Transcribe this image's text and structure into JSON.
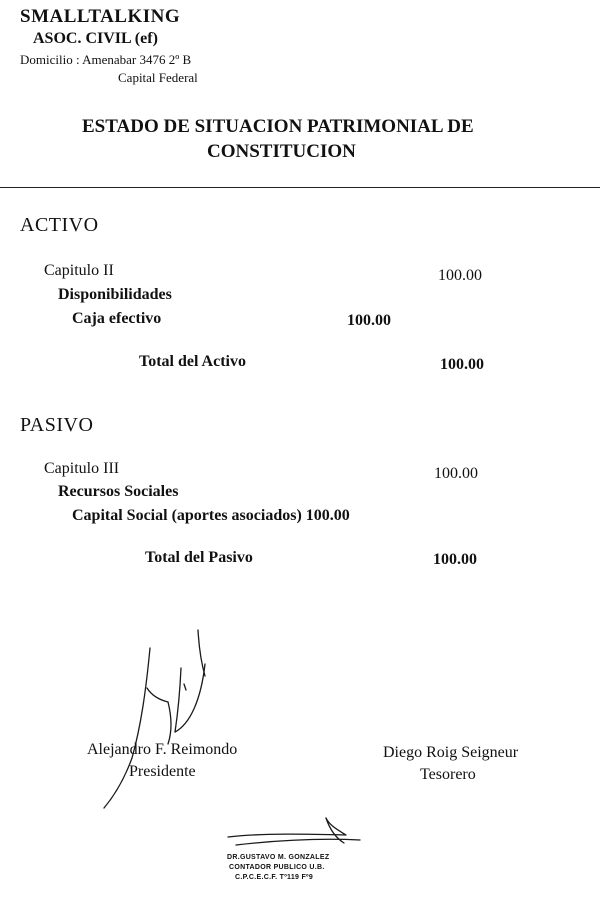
{
  "header": {
    "org_name": "SMALLTALKING",
    "org_type": "ASOC. CIVIL (ef)",
    "address": "Domicilio : Amenabar 3476 2º B",
    "city": "Capital Federal"
  },
  "document": {
    "title_line1": "ESTADO DE SITUACION PATRIMONIAL DE",
    "title_line2": "CONSTITUCION"
  },
  "activo": {
    "section_title": "ACTIVO",
    "chapter_label": "Capitulo II",
    "chapter_amount": "100.00",
    "group_label": "Disponibilidades",
    "item_label": "Caja efectivo",
    "item_amount": "100.00",
    "total_label": "Total del Activo",
    "total_amount": "100.00"
  },
  "pasivo": {
    "section_title": "PASIVO",
    "chapter_label": "Capitulo III",
    "chapter_amount": "100.00",
    "group_label": "Recursos Sociales",
    "item_label": "Capital Social (aportes asociados) 100.00",
    "total_label": "Total del Pasivo",
    "total_amount": "100.00"
  },
  "signatures": {
    "president_name": "Alejandro F. Reimondo",
    "president_role": "Presidente",
    "treasurer_name": "Diego Roig Seigneur",
    "treasurer_role": "Tesorero"
  },
  "stamp": {
    "line1": "DR.GUSTAVO M. GONZALEZ",
    "line2": "CONTADOR PUBLICO U.B.",
    "line3": "C.P.C.E.C.F. Tº119 Fº9"
  }
}
